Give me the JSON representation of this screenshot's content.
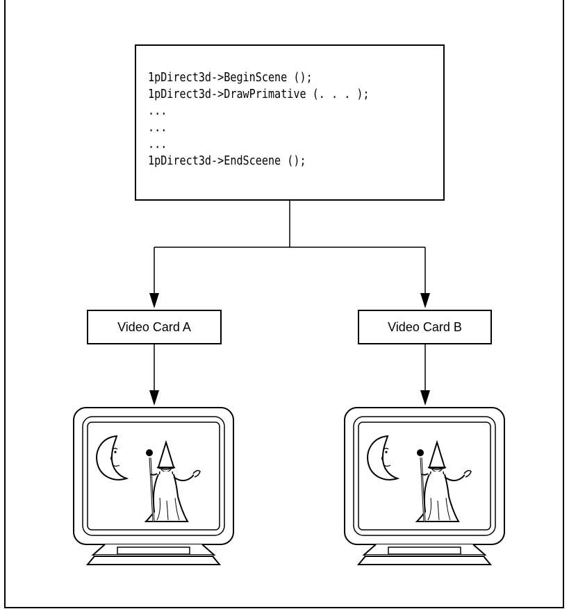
{
  "code": {
    "lines": [
      "1pDirect3d->BeginScene ();",
      "1pDirect3d->DrawPrimative (. . . );",
      "...",
      "...",
      "...",
      "1pDirect3d->EndSceene ();"
    ]
  },
  "cards": {
    "a": "Video Card A",
    "b": "Video Card B"
  },
  "icons": {
    "monitor": "crt-monitor-icon",
    "moon": "crescent-moon-face-icon",
    "wizard": "wizard-with-staff-icon"
  }
}
